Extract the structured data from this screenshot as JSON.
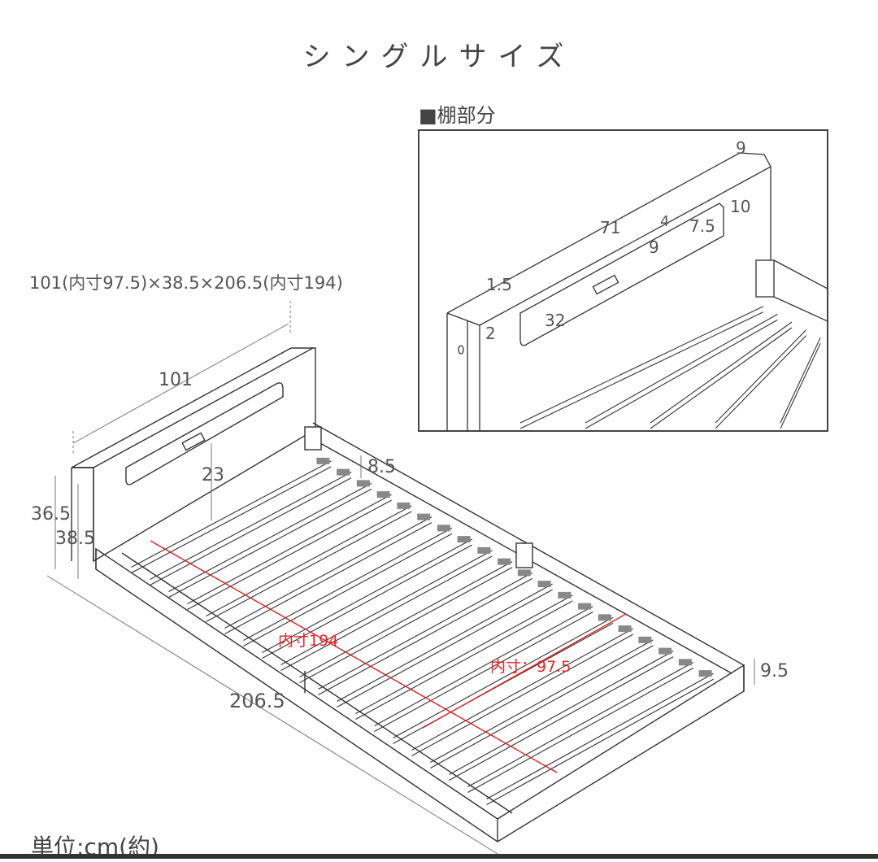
{
  "title": "シングルサイズ",
  "inset": {
    "heading": "■棚部分",
    "dims": [
      "9",
      "71",
      "10",
      "4",
      "7.5",
      "9",
      "1.5",
      "32",
      "2"
    ]
  },
  "overall_dims": "101(内寸97.5)×38.5×206.5(内寸194)",
  "main_dims": {
    "width": "101",
    "shelf_height": "23",
    "rail_gap": "8.5",
    "height_a": "36.5",
    "height_b": "38.5",
    "length": "206.5",
    "foot_height": "9.5"
  },
  "inner_dims": {
    "length": "内寸194",
    "width": "内寸：97.5"
  },
  "unit": "単位:cm(約)",
  "colors": {
    "line": "#333333",
    "dimension": "#666666",
    "inner_dimension": "#e02020",
    "slat_pad": "#888888"
  }
}
